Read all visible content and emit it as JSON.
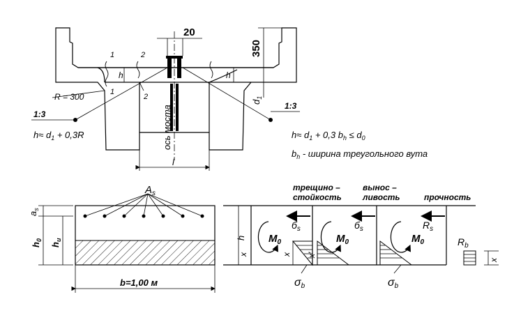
{
  "top": {
    "dim_20": "20",
    "dim_350": "350",
    "label_1a": "1",
    "label_2a": "2",
    "label_1b": "1",
    "label_2b": "2",
    "h_left": "h",
    "h_right": "h",
    "radius": "R = 300",
    "d1_label": "d",
    "d1_sub": "1",
    "slope_left": "1:3",
    "slope_right": "1:3",
    "axis_label": "ось моста",
    "span_label": "l",
    "formula_left_a": "h≈ d",
    "formula_left_sub": "1",
    "formula_left_b": " + 0,3R",
    "formula_right_a": "h≈ d",
    "formula_right_sub1": "1",
    "formula_right_b": " + 0,3 b",
    "formula_right_sub2": "h",
    "formula_right_c": " ≤ d",
    "formula_right_sub3": "0",
    "bh_symbol": "b",
    "bh_sub": "h",
    "bh_text": " - ширина треугольного вута"
  },
  "bottom": {
    "As": "A",
    "As_sub": "s",
    "as": "a",
    "as_sub": "s",
    "h0": "h",
    "h0_sub": "0",
    "hu": "h",
    "hu_sub": "u",
    "width_label": "b=1,00 м",
    "stage1_title_a": "трещино –",
    "stage1_title_b": "стойкость",
    "stage2_title_a": "вынос –",
    "stage2_title_b": "ливость",
    "stage3_title": "прочность",
    "h_label": "h",
    "x1": "x",
    "x2": "x",
    "x3": "x'",
    "x4": "x",
    "M1": "M",
    "M2": "M",
    "M3": "M",
    "M_sub": "0",
    "sig_s1": "б",
    "sig_s2": "б",
    "s_sub": "s",
    "Rs": "R",
    "Rs_sub": "s",
    "Rb": "R",
    "Rb_sub": "b",
    "sigma_b1": "σ",
    "sigma_b2": "σ",
    "b_sub": "b"
  }
}
